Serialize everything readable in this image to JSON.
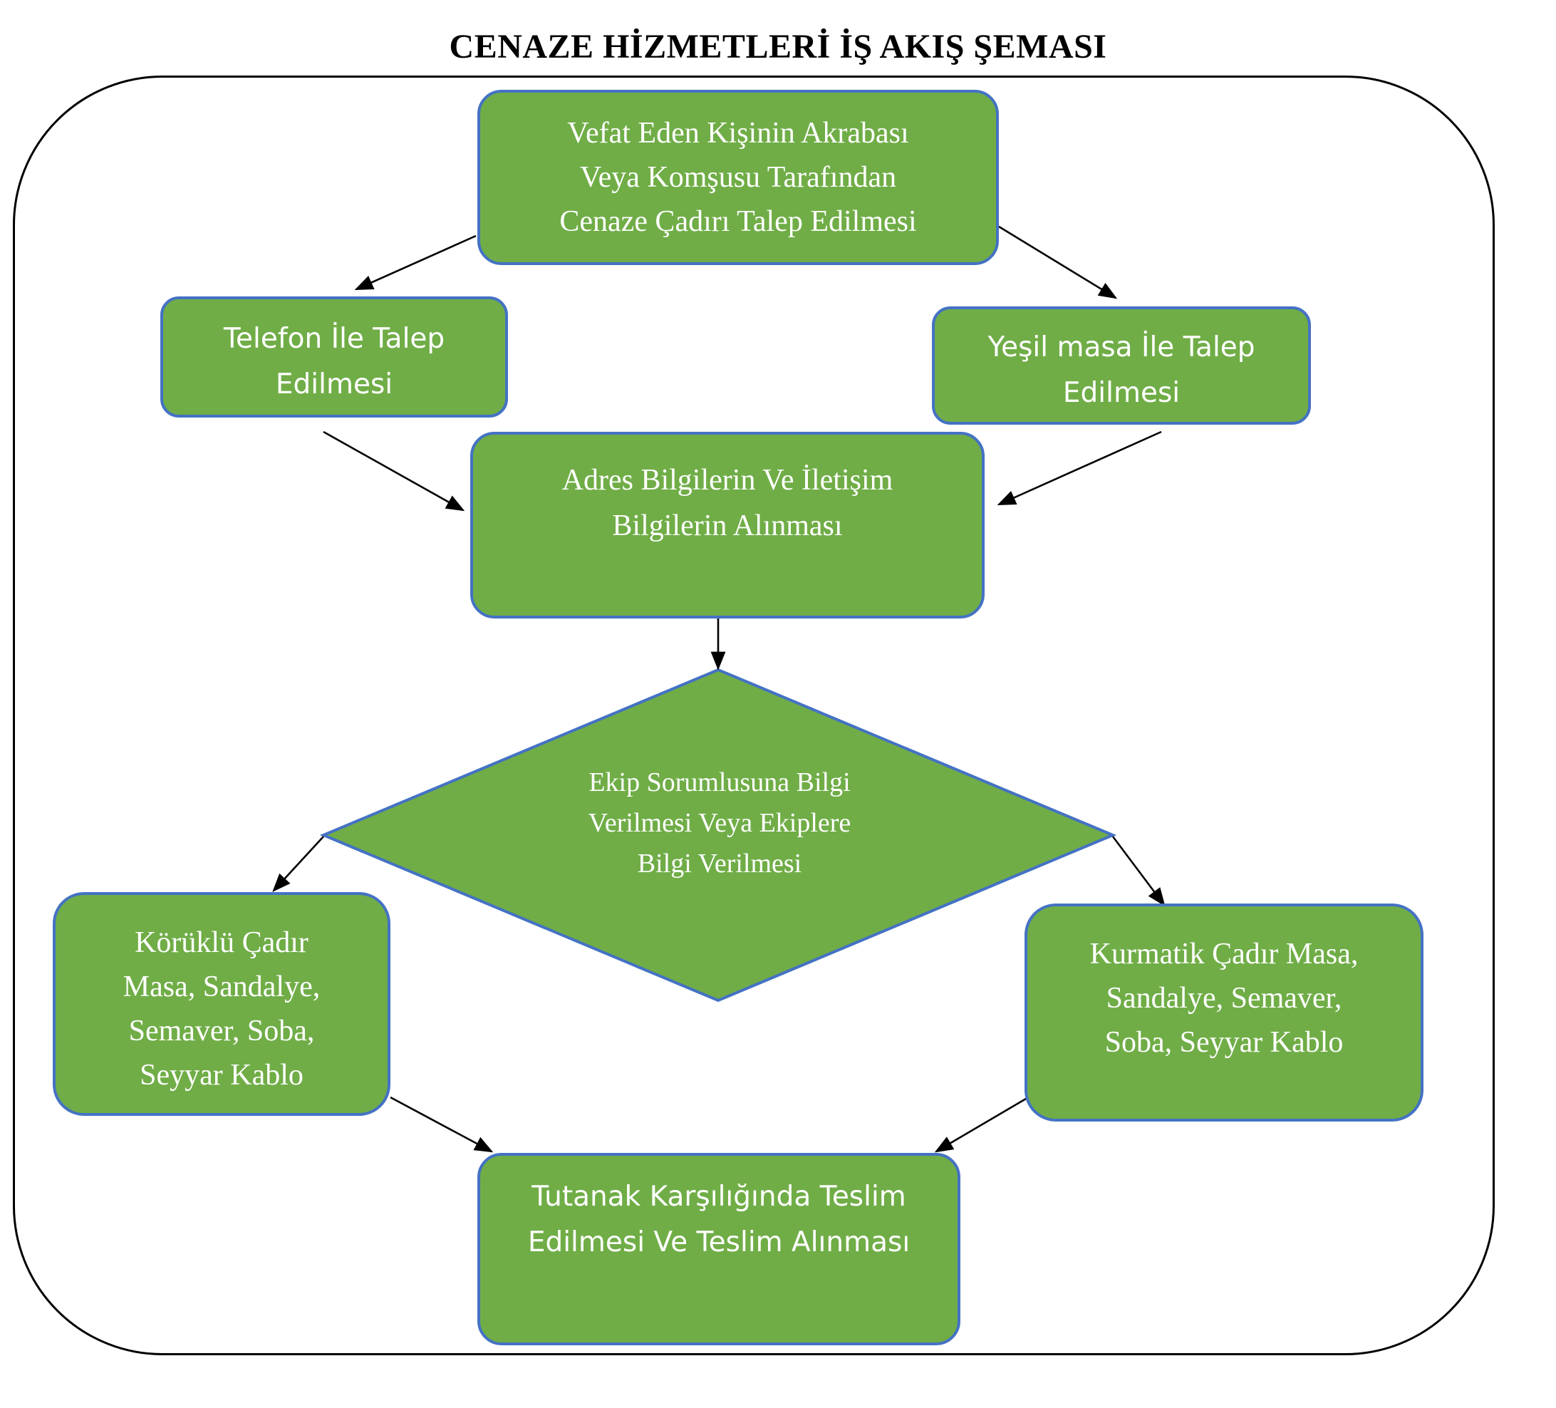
{
  "title": "CENAZE HİZMETLERİ İŞ AKIŞ ŞEMASI",
  "nodes": {
    "start": "Vefat Eden Kişinin Akrabası\nVeya Komşusu Tarafından\nCenaze Çadırı Talep Edilmesi",
    "phone": "Telefon İle Talep\nEdilmesi",
    "green_desk": "Yeşil masa İle Talep\nEdilmesi",
    "address": "Adres Bilgilerin Ve İletişim\nBilgilerin Alınması",
    "decision": "Ekip Sorumlusuna Bilgi\nVerilmesi Veya Ekiplere\nBilgi Verilmesi",
    "left_option": "Körüklü Çadır\nMasa, Sandalye,\nSemaver, Soba,\nSeyyar Kablo",
    "right_option": "Kurmatik Çadır Masa,\nSandalye, Semaver,\nSoba, Seyyar Kablo",
    "end": "Tutanak Karşılığında Teslim\nEdilmesi Ve Teslim Alınması"
  },
  "colors": {
    "fill": "#70ad47",
    "border": "#4472c4",
    "text": "#ffffff",
    "arrow": "#000000"
  }
}
